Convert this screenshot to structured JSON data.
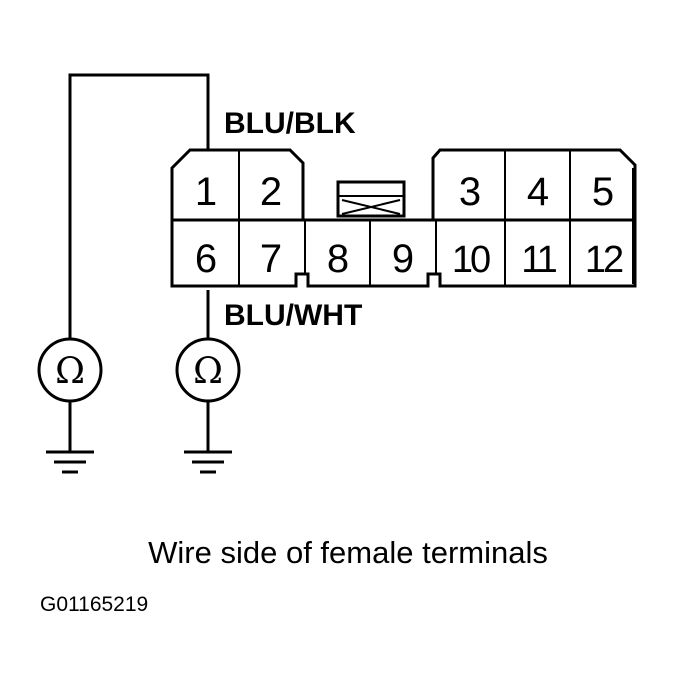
{
  "labels": {
    "top_wire": "BLU/BLK",
    "bottom_wire": "BLU/WHT",
    "caption": "Wire side of female terminals",
    "figure_id": "G01165219"
  },
  "connector": {
    "top_row": [
      "1",
      "2",
      "3",
      "4",
      "5"
    ],
    "bottom_row": [
      "6",
      "7",
      "8",
      "9",
      "10",
      "11",
      "12"
    ]
  },
  "meters": [
    {
      "symbol": "Ω"
    },
    {
      "symbol": "Ω"
    }
  ]
}
